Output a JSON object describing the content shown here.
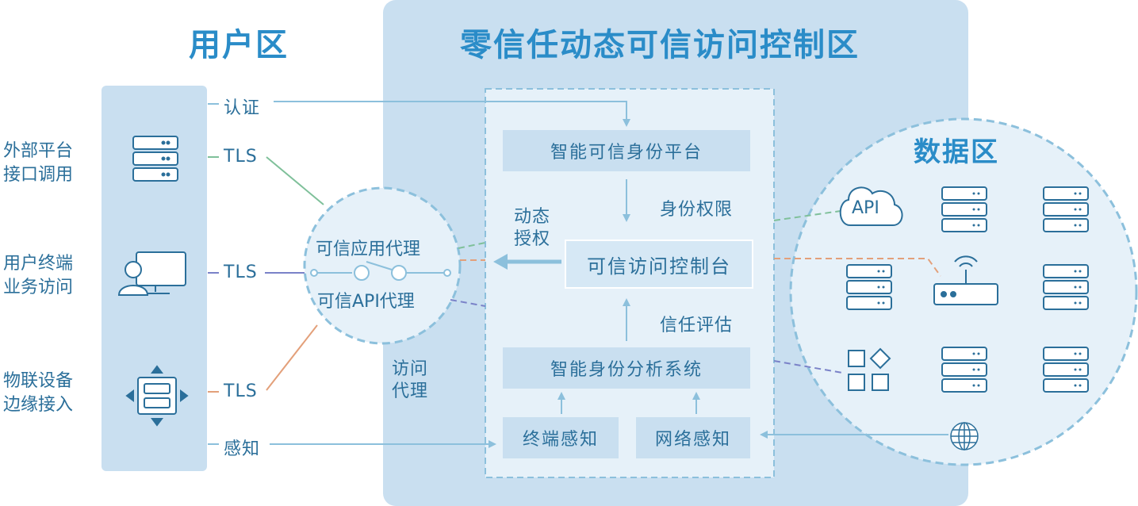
{
  "titles": {
    "user_zone": "用户区",
    "zero_trust_zone": "零信任动态可信访问控制区",
    "data_zone": "数据区"
  },
  "user_sources": [
    {
      "line1": "外部平台",
      "line2": "接口调用",
      "icon": "server-stack-icon"
    },
    {
      "line1": "用户终端",
      "line2": "业务访问",
      "icon": "user-terminal-icon"
    },
    {
      "line1": "物联设备",
      "line2": "边缘接入",
      "icon": "iot-device-icon"
    }
  ],
  "connections": {
    "auth": "认证",
    "tls_1": "TLS",
    "tls_2": "TLS",
    "tls_3": "TLS",
    "sense": "感知"
  },
  "proxy": {
    "app_proxy": "可信应用代理",
    "api_proxy": "可信API代理"
  },
  "control": {
    "identity_platform": "智能可信身份平台",
    "identity_permission": "身份权限",
    "dynamic_auth_line1": "动态",
    "dynamic_auth_line2": "授权",
    "access_console": "可信访问控制台",
    "trust_eval": "信任评估",
    "analysis_system": "智能身份分析系统",
    "access_proxy_line1": "访问",
    "access_proxy_line2": "代理",
    "terminal_sense": "终端感知",
    "network_sense": "网络感知"
  },
  "data_zone": {
    "api_label": "API",
    "icons": [
      "api-cloud-icon",
      "server-icon",
      "server-icon",
      "server-icon",
      "router-icon",
      "server-icon",
      "apps-icon",
      "server-icon",
      "server-icon",
      "globe-icon"
    ]
  },
  "colors": {
    "accent": "#2a8cc8",
    "zone_fill": "#c9dff0",
    "arrow": "#8cc0dc",
    "tls_green": "#7fc09a",
    "tls_purple": "#7a82c8",
    "tls_orange": "#e3a07a"
  }
}
